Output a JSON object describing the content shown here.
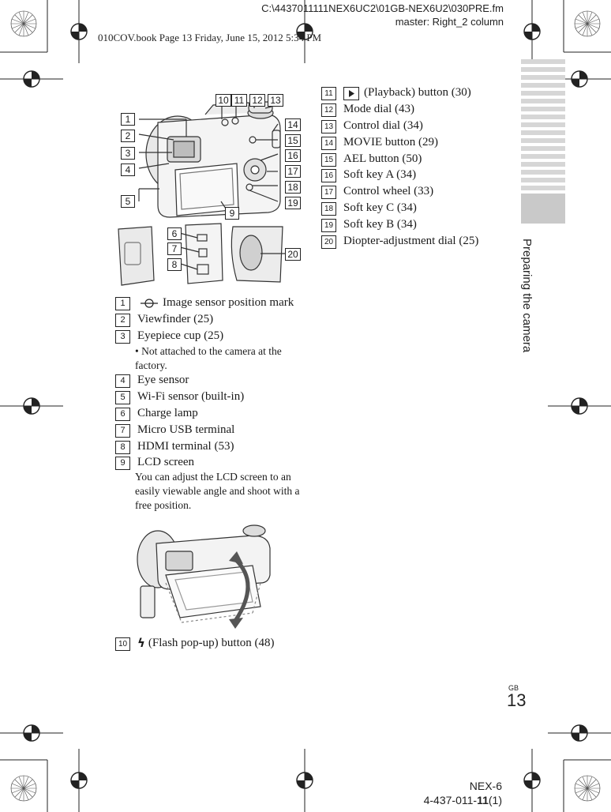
{
  "header": {
    "file_path": "C:\\4437011111NEX6UC2\\01GB-NEX6U2\\030PRE.fm",
    "master": "master: Right_2 column",
    "book_line": "010COV.book  Page 13  Friday, June 15, 2012  5:34 PM"
  },
  "side_tab": {
    "label": "Preparing the camera"
  },
  "diagram_callouts": [
    "1",
    "2",
    "3",
    "4",
    "5",
    "6",
    "7",
    "8",
    "9",
    "10",
    "11",
    "12",
    "13",
    "14",
    "15",
    "16",
    "17",
    "18",
    "19",
    "20"
  ],
  "left_items": [
    {
      "num": "1",
      "label": "Image sensor position mark"
    },
    {
      "num": "2",
      "label": "Viewfinder (25)"
    },
    {
      "num": "3",
      "label": "Eyepiece cup (25)",
      "note": "• Not attached to the camera at the factory."
    },
    {
      "num": "4",
      "label": "Eye sensor"
    },
    {
      "num": "5",
      "label": "Wi-Fi sensor (built-in)"
    },
    {
      "num": "6",
      "label": "Charge lamp"
    },
    {
      "num": "7",
      "label": "Micro USB terminal"
    },
    {
      "num": "8",
      "label": "HDMI terminal (53)"
    },
    {
      "num": "9",
      "label": "LCD screen",
      "note": "You can adjust the LCD screen to an easily viewable angle and shoot with a free position."
    },
    {
      "num": "10",
      "label": "(Flash pop-up) button (48)"
    }
  ],
  "right_items": [
    {
      "num": "11",
      "label": "(Playback) button (30)"
    },
    {
      "num": "12",
      "label": "Mode dial (43)"
    },
    {
      "num": "13",
      "label": "Control dial (34)"
    },
    {
      "num": "14",
      "label": "MOVIE button (29)"
    },
    {
      "num": "15",
      "label": "AEL button (50)"
    },
    {
      "num": "16",
      "label": "Soft key A (34)"
    },
    {
      "num": "17",
      "label": "Control wheel (33)"
    },
    {
      "num": "18",
      "label": "Soft key C (34)"
    },
    {
      "num": "19",
      "label": "Soft key B (34)"
    },
    {
      "num": "20",
      "label": "Diopter-adjustment dial (25)"
    }
  ],
  "page": {
    "gb": "GB",
    "number": "13"
  },
  "footer": {
    "model": "NEX-6",
    "code_prefix": "4-437-011-",
    "code_bold": "11",
    "code_suffix": "(1)"
  }
}
